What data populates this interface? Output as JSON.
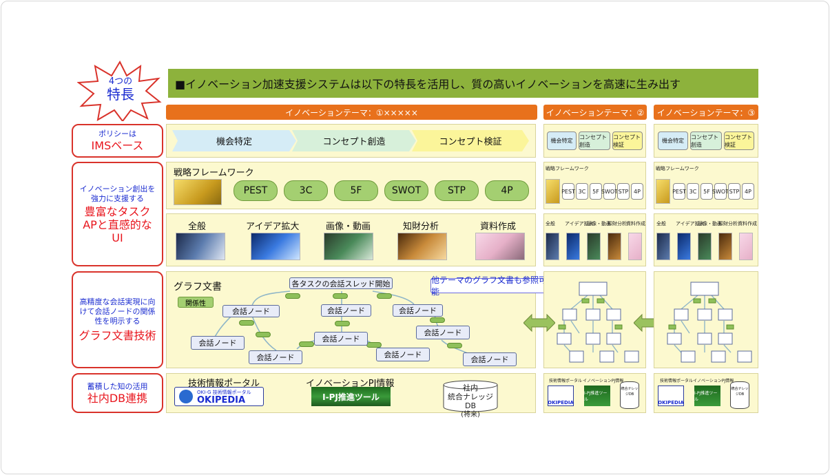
{
  "burst": {
    "line1": "4つの",
    "line2": "特長"
  },
  "banner": "■イノベーション加速支援システムは以下の特長を活用し、質の高いイノベーションを高速に生み出す",
  "themes": [
    "イノベーションテーマ：①×××××",
    "イノベーションテーマ：②",
    "イノベーションテーマ：③"
  ],
  "sidebar": {
    "policy": {
      "small": "ポリシーは",
      "big": "IMSベース"
    },
    "tasks": {
      "small": "イノベーション創出を強力に支援する",
      "big": "豊富なタスクAPと直感的なUI"
    },
    "graph": {
      "small": "高精度な会話実現に向けて会話ノードの関係性を明示する",
      "big": "グラフ文書技術"
    },
    "db": {
      "small": "蓄積した知の活用",
      "big": "社内DB連携"
    }
  },
  "phases": [
    "機会特定",
    "コンセプト創造",
    "コンセプト検証"
  ],
  "framework": {
    "title": "戦略フレームワーク",
    "items": [
      "PEST",
      "3C",
      "5F",
      "SWOT",
      "STP",
      "4P"
    ]
  },
  "categories": [
    "全般",
    "アイデア拡大",
    "画像・動画",
    "知財分析",
    "資料作成"
  ],
  "graph_doc": {
    "title": "グラフ文書",
    "relation": "関係性",
    "root": "各タスクの会話スレッド開始",
    "node_label": "会話ノード",
    "callout": "他テーマのグラフ文書も参照可能"
  },
  "db_items": {
    "portal_title": "技術情報ポータル",
    "portal_sub": "OKI-G 技術情報ポータル",
    "portal_logo": "OKIPEDIA",
    "pj_title": "イノベーションPJ情報",
    "pj_tool": "I-PJ推進ツール",
    "kdb_line1": "社内",
    "kdb_line2": "統合ナレッジDB",
    "kdb_line3": "(将来)"
  },
  "colors": {
    "banner": "#8db23c",
    "theme": "#e8711c",
    "panel": "#fcf9cf",
    "pill": "#a4cf71",
    "accent_red": "#e8141c",
    "accent_blue": "#1a2bd0"
  }
}
